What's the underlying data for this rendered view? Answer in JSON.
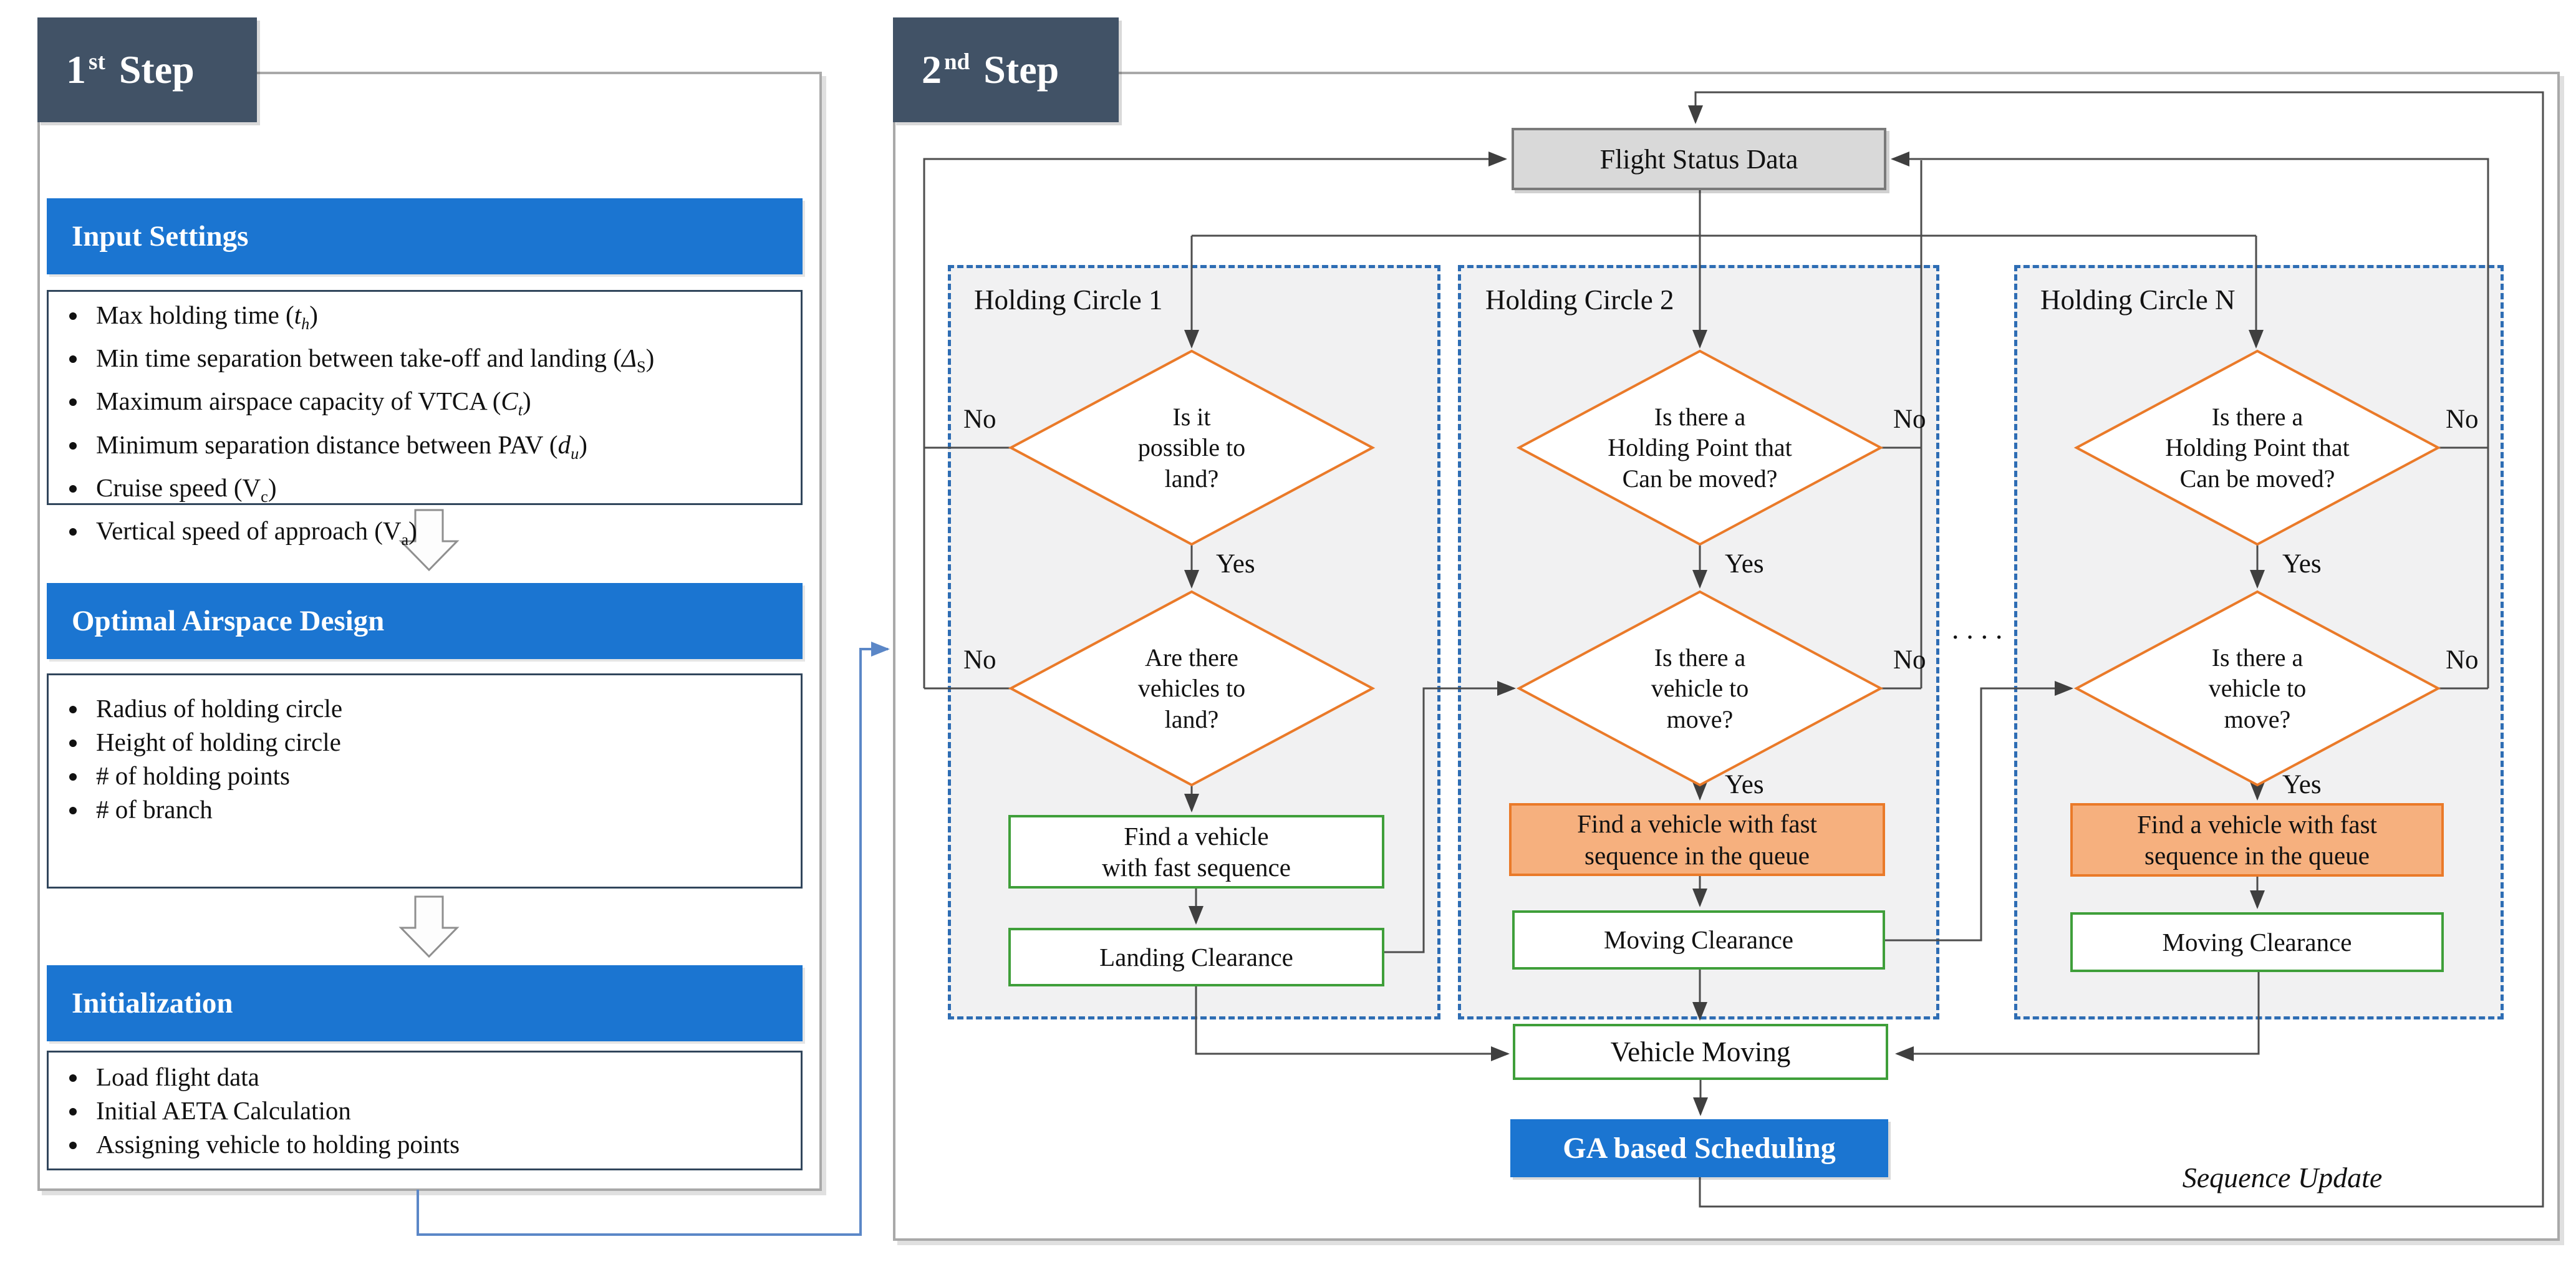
{
  "figure": {
    "step1_badge": "1<sup>st</sup> Step",
    "step2_badge": "2<sup>nd</sup> Step"
  },
  "step1": {
    "sections": [
      {
        "title": "Input Settings",
        "items": [
          "Max holding time (<i>t<sub>h</sub></i>)",
          "Min time separation between take-off and landing (<i>&#916;</i><sub>S</sub>)",
          "Maximum airspace capacity of VTCA (<i>C<sub>t</sub></i>)",
          "Minimum separation distance between PAV (<i>d<sub>u</sub></i>)",
          "Cruise speed (V<sub>c</sub>)",
          "Vertical speed of approach (V<sub>a</sub>)"
        ]
      },
      {
        "title": "Optimal Airspace Design",
        "items": [
          "Radius of holding circle",
          "Height of holding circle",
          "# of holding points",
          "# of branch"
        ]
      },
      {
        "title": "Initialization",
        "items": [
          "Load flight data",
          "Initial AETA Calculation",
          "Assigning vehicle to holding points"
        ]
      }
    ]
  },
  "step2": {
    "flight_status": "Flight Status Data",
    "yes": "Yes",
    "no": "No",
    "dots": "····",
    "circles": [
      {
        "label": "Holding Circle 1",
        "diamond1": "Is it<br>possible to<br>land?",
        "diamond2": "Are there<br>vehicles to<br>land?",
        "find": "Find a vehicle<br>with fast sequence",
        "clearance": "Landing Clearance"
      },
      {
        "label": "Holding Circle 2",
        "diamond1": "Is there a<br>Holding Point that<br>Can be moved?",
        "diamond2": "Is there a<br>vehicle to<br>move?",
        "find": "Find a vehicle with fast<br>sequence in the queue",
        "clearance": "Moving Clearance"
      },
      {
        "label": "Holding Circle N",
        "diamond1": "Is there a<br>Holding Point that<br>Can be moved?",
        "diamond2": "Is there a<br>vehicle to<br>move?",
        "find": "Find a vehicle with fast<br>sequence in the queue",
        "clearance": "Moving Clearance"
      }
    ],
    "vehicle_moving": "Vehicle Moving",
    "ga_scheduling": "GA based Scheduling",
    "sequence_update": "Sequence Update"
  },
  "colors": {
    "badge_bg": "#415266",
    "header_blue": "#1b75d1",
    "diamond_orange": "#ea7a29",
    "orange_fill": "#f6b07e",
    "green_border": "#3f9f3a",
    "dashed_blue": "#2e6db4",
    "status_gray": "#d9d9d9",
    "connector_gray": "#4d4d4d",
    "step_connector_blue": "#5b87c7"
  }
}
